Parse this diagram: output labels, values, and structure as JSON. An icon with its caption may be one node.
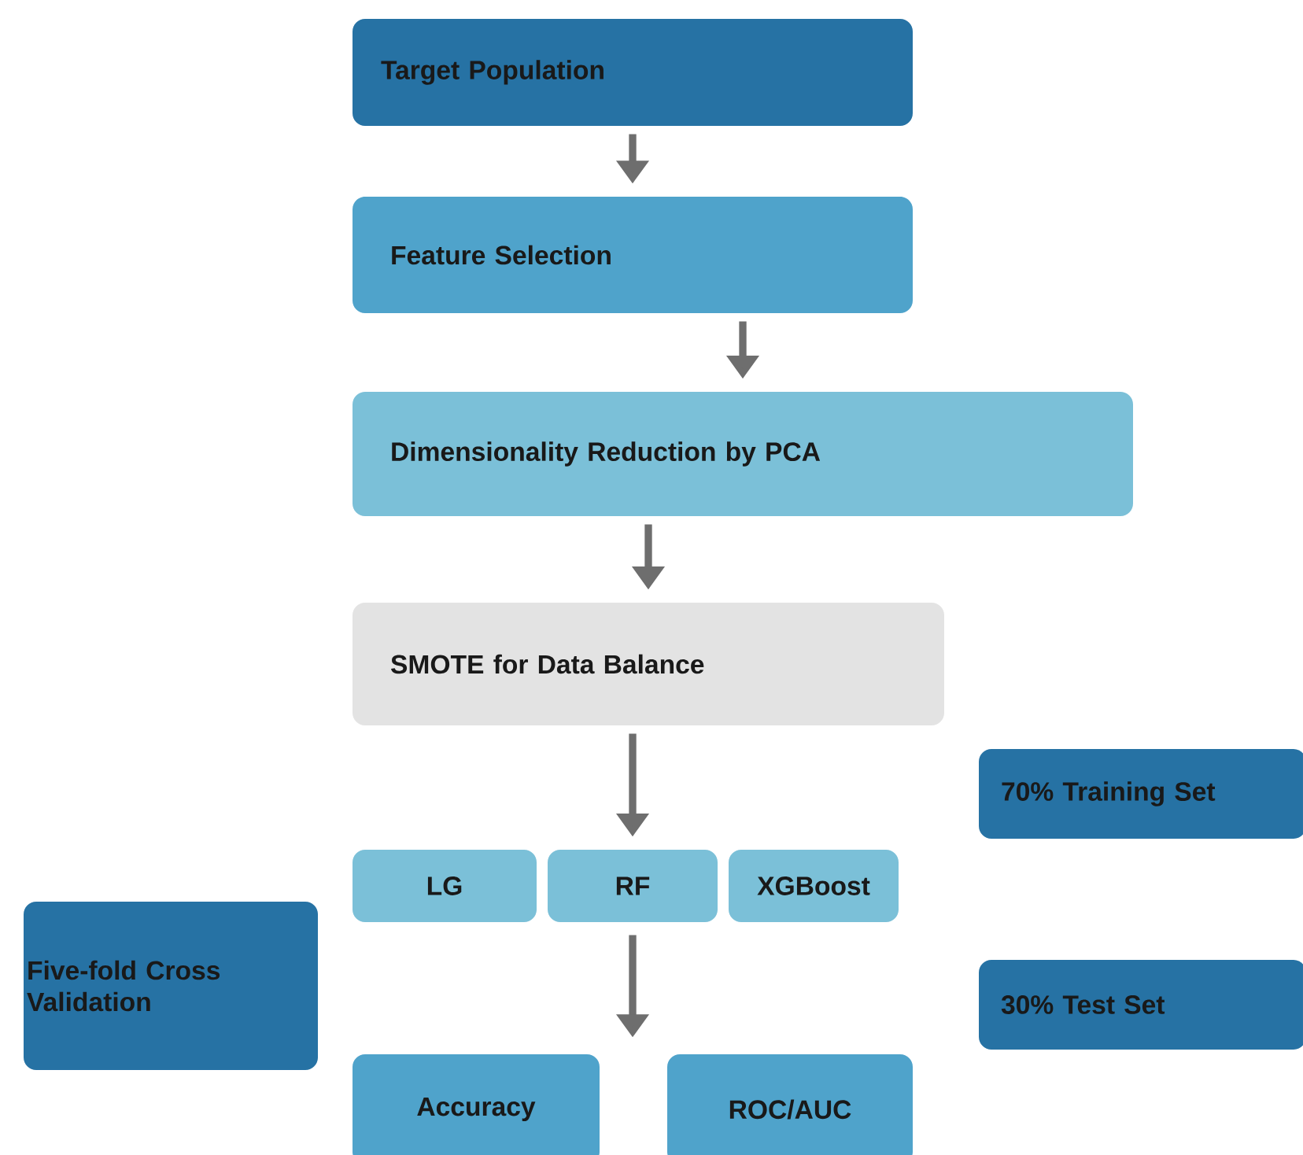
{
  "diagram": {
    "nodes": [
      {
        "text": [
          "Target Population"
        ]
      },
      {
        "text": [
          "Feature Selection"
        ]
      },
      {
        "text": [
          "Dimensionality Reduction by PCA"
        ]
      },
      {
        "text": [
          "SMOTE for Data Balance"
        ]
      },
      {
        "text": [
          "70% Training Set"
        ]
      },
      {
        "text": [
          "LG"
        ]
      },
      {
        "text": [
          "RF"
        ]
      },
      {
        "text": [
          "XGBoost"
        ]
      },
      {
        "text": [
          "Five-fold Cross Validation"
        ]
      },
      {
        "text": [
          "30% Test Set"
        ]
      },
      {
        "text": [
          "Accuracy"
        ]
      },
      {
        "text": [
          "ROC/AUC"
        ]
      }
    ],
    "edges": [
      {
        "from": 0,
        "to": 1,
        "arrow": "to"
      },
      {
        "from": 1,
        "to": 2,
        "arrow": "to"
      },
      {
        "from": 2,
        "to": 3,
        "arrow": "to"
      },
      {
        "from": 3,
        "to": 6,
        "arrow": "to"
      },
      {
        "from": 6,
        "to": null,
        "arrow": "to"
      }
    ]
  }
}
